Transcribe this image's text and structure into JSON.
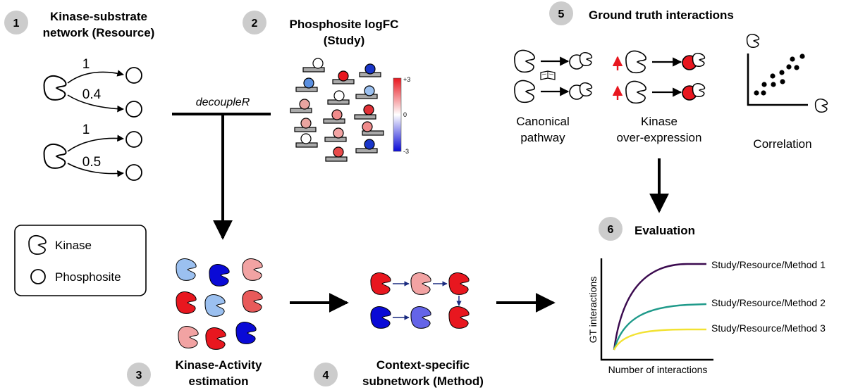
{
  "steps": [
    {
      "num": "1",
      "title_line1": "Kinase-substrate",
      "title_line2": "network (Resource)"
    },
    {
      "num": "2",
      "title_line1": "Phosphosite logFC",
      "title_line2": "(Study)"
    },
    {
      "num": "3",
      "title_line1": "Kinase-Activity",
      "title_line2": "estimation"
    },
    {
      "num": "4",
      "title_line1": "Context-specific",
      "title_line2": "subnetwork (Method)"
    },
    {
      "num": "5",
      "title_line1": "Ground truth interactions"
    },
    {
      "num": "6",
      "title_line1": "Evaluation"
    }
  ],
  "network_weights": [
    "1",
    "0.4",
    "1",
    "0.5"
  ],
  "decoupler_label": "decoupleR",
  "legend": {
    "kinase": "Kinase",
    "phosphosite": "Phosphosite"
  },
  "colorbar": {
    "max": "+3",
    "mid": "0",
    "min": "-3"
  },
  "ground_truth": {
    "canonical_line1": "Canonical",
    "canonical_line2": "pathway",
    "overexpr_line1": "Kinase",
    "overexpr_line2": "over-expression",
    "correlation": "Correlation"
  },
  "evaluation_plot": {
    "ylabel": "GT interactions",
    "xlabel": "Number of interactions",
    "series": [
      {
        "name": "Study/Resource/Method 1",
        "color": "#3b0a4f"
      },
      {
        "name": "Study/Resource/Method 2",
        "color": "#1f9a8a"
      },
      {
        "name": "Study/Resource/Method 3",
        "color": "#f2e233"
      }
    ]
  },
  "colors": {
    "red": "#e8171f",
    "dark_blue": "#0a0ad6",
    "light_red": "#f2a3a3",
    "light_blue": "#9bc0f0",
    "gray_circle": "#cccccc",
    "plate": "#aaaaaa"
  }
}
